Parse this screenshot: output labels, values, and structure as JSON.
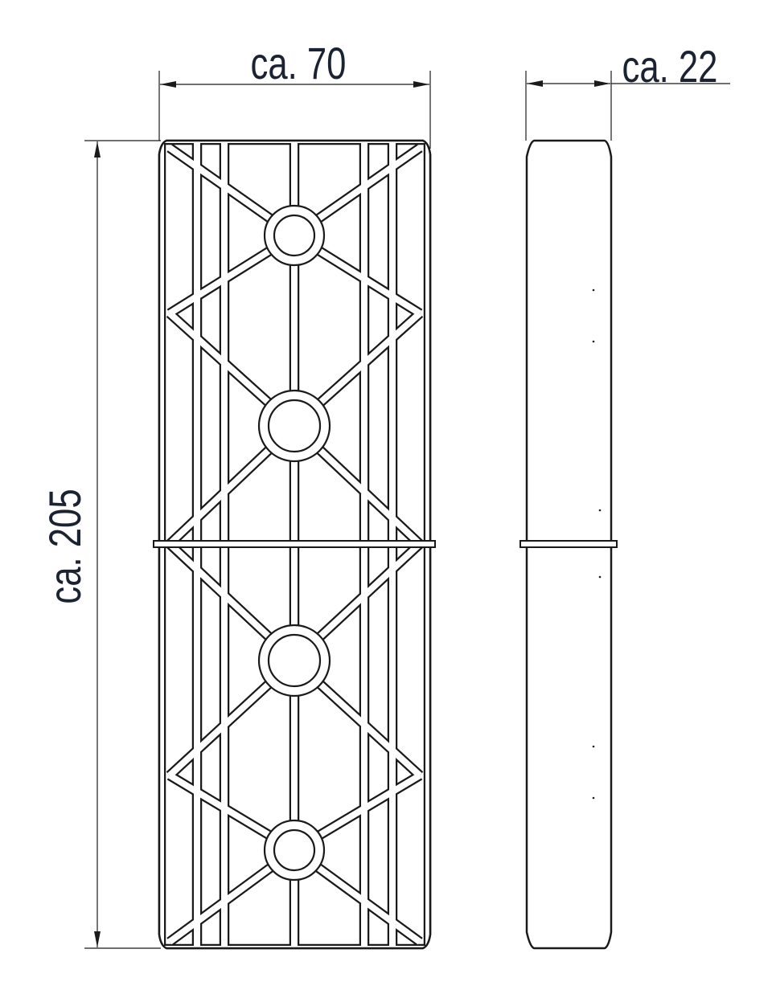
{
  "dimensions": {
    "width_label": "ca. 70",
    "depth_label": "ca. 22",
    "height_label": "ca. 205"
  },
  "colors": {
    "line": "#1a1a1a",
    "text": "#1b2232",
    "background": "#ffffff"
  }
}
